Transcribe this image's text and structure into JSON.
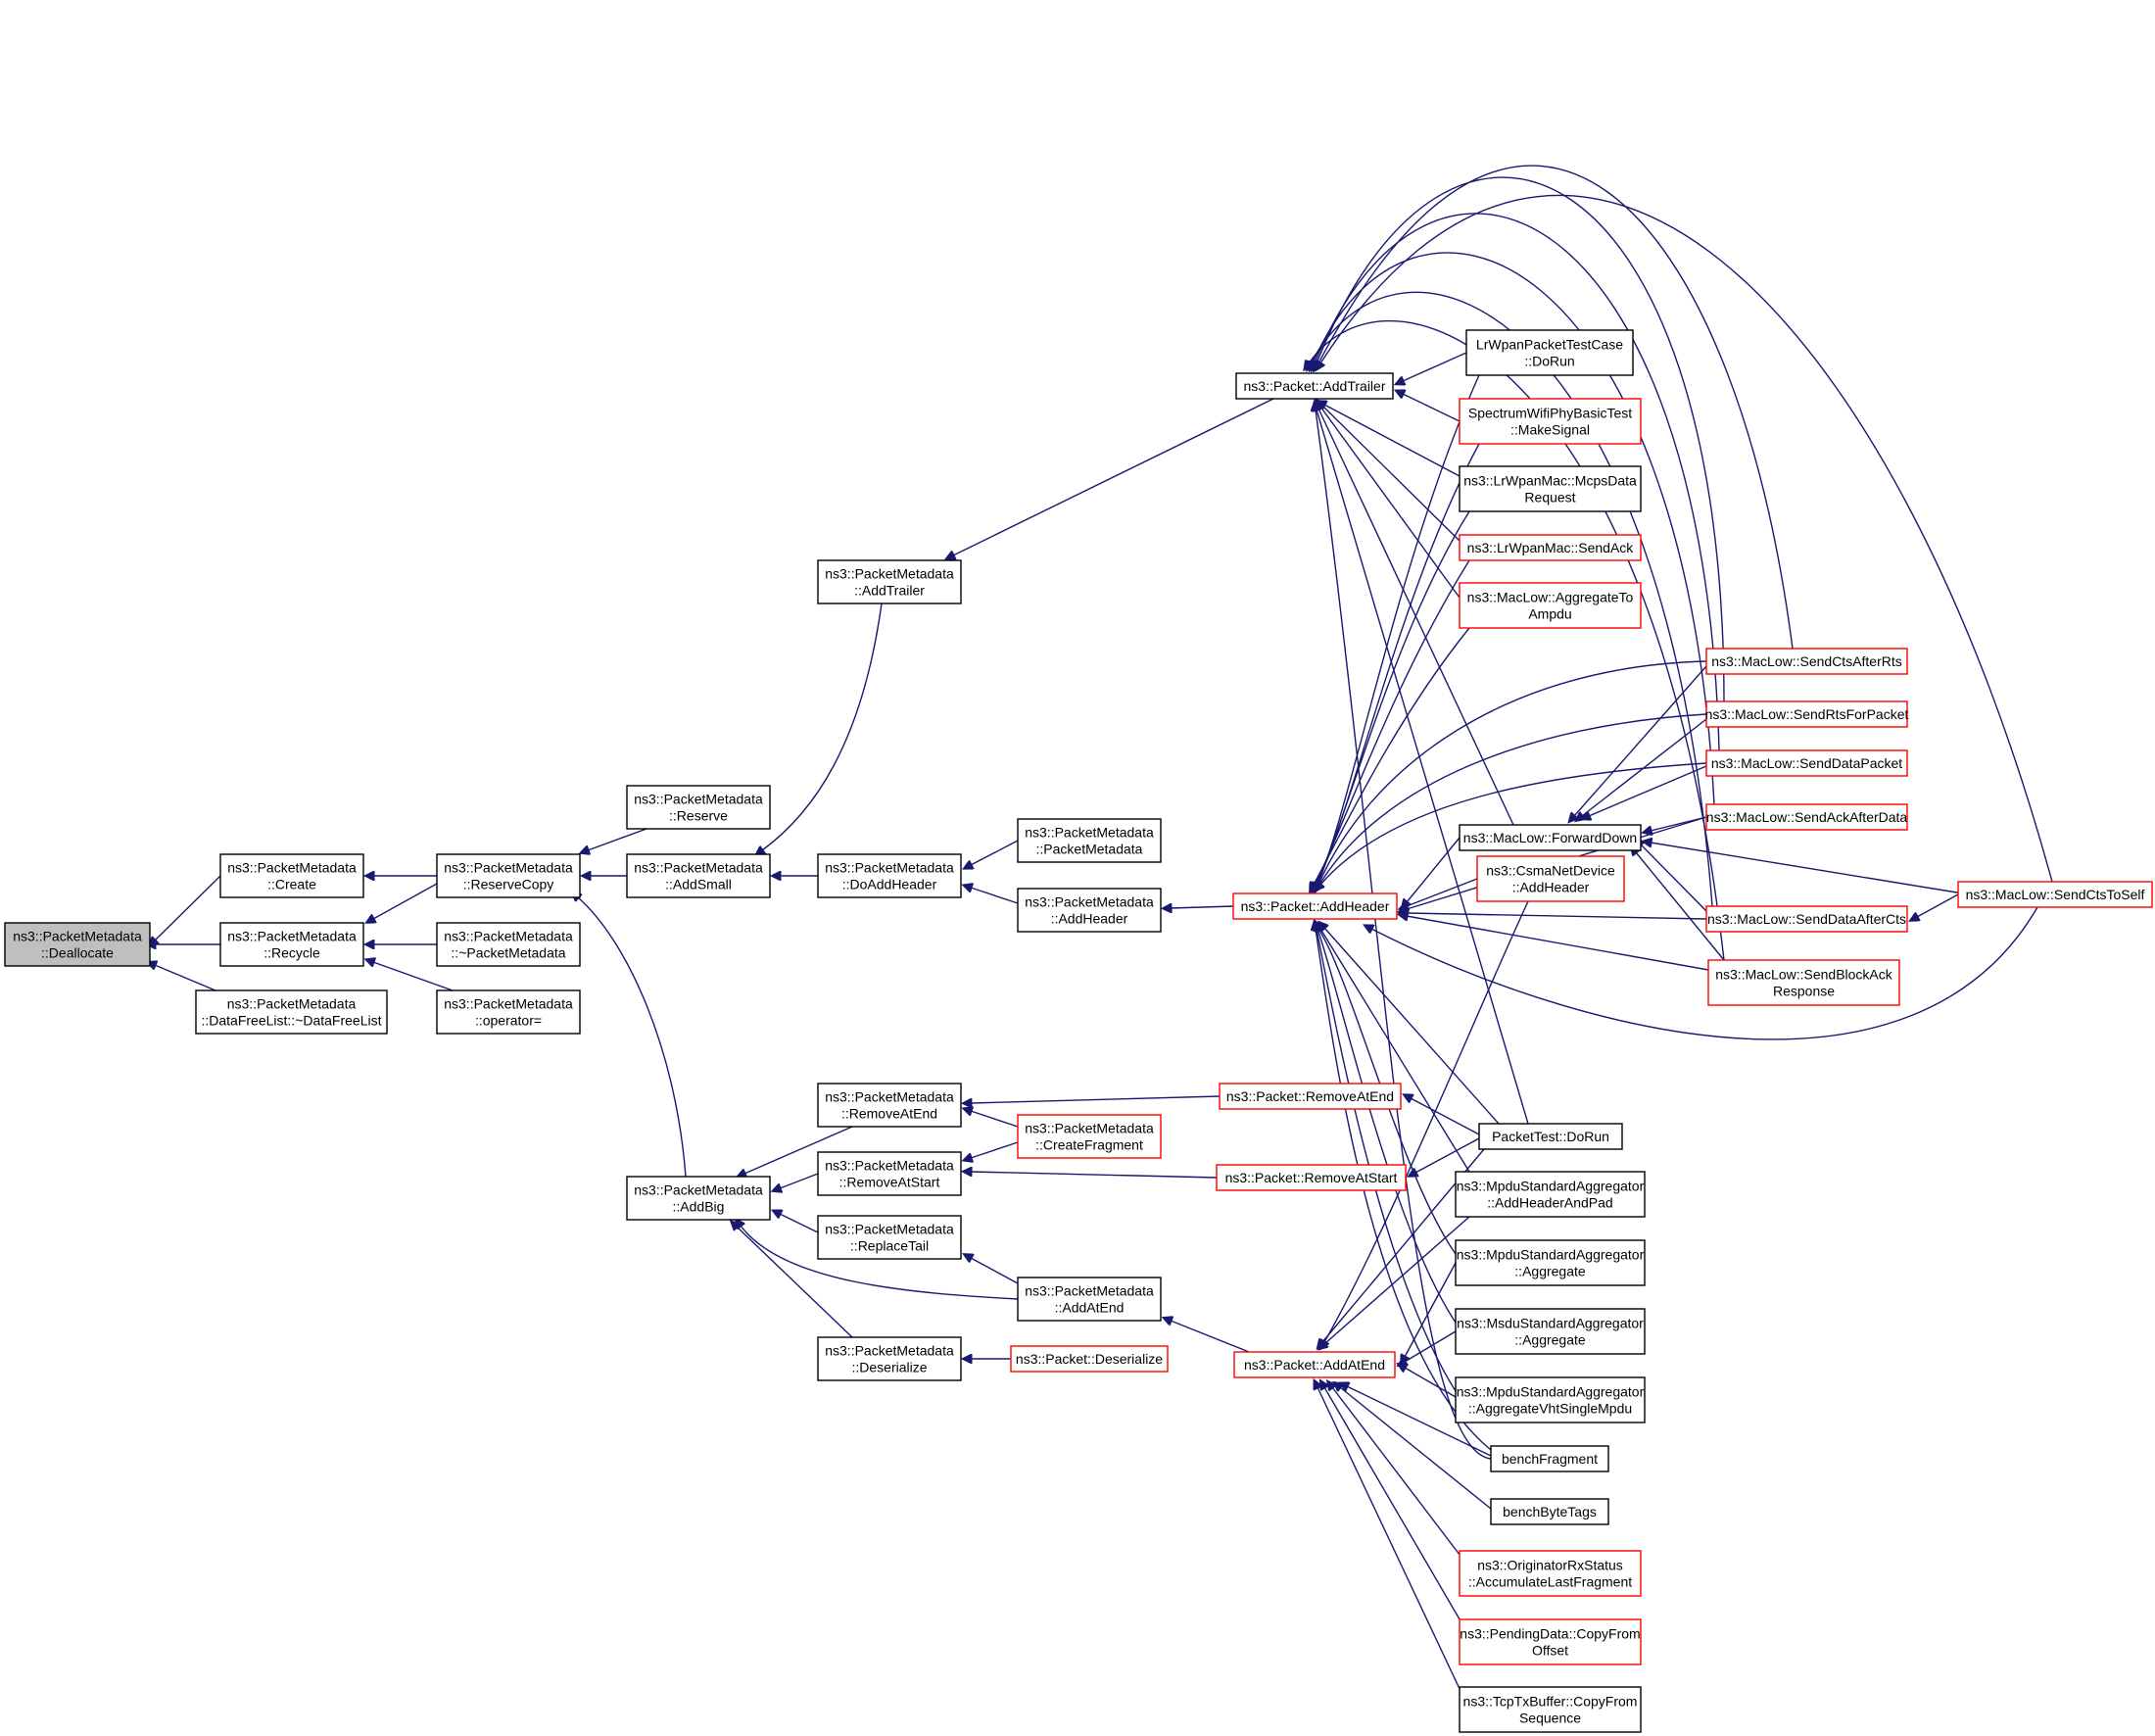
{
  "graph": {
    "colors": {
      "edge": "#191970",
      "node_border": "#000000",
      "node_border_truncated": "#ff0000",
      "root_fill": "#bfbfbf",
      "background": "#ffffff"
    },
    "nodes": [
      {
        "id": "dealloc",
        "lines": [
          "ns3::PacketMetadata",
          "::Deallocate"
        ],
        "style": "root"
      },
      {
        "id": "create",
        "lines": [
          "ns3::PacketMetadata",
          "::Create"
        ]
      },
      {
        "id": "recycle",
        "lines": [
          "ns3::PacketMetadata",
          "::Recycle"
        ]
      },
      {
        "id": "dfl",
        "lines": [
          "ns3::PacketMetadata",
          "::DataFreeList::~DataFreeList"
        ]
      },
      {
        "id": "reservecopy",
        "lines": [
          "ns3::PacketMetadata",
          "::ReserveCopy"
        ]
      },
      {
        "id": "dtor",
        "lines": [
          "ns3::PacketMetadata",
          "::~PacketMetadata"
        ]
      },
      {
        "id": "opeq",
        "lines": [
          "ns3::PacketMetadata",
          "::operator="
        ]
      },
      {
        "id": "reserve",
        "lines": [
          "ns3::PacketMetadata",
          "::Reserve"
        ]
      },
      {
        "id": "addsmall",
        "lines": [
          "ns3::PacketMetadata",
          "::AddSmall"
        ]
      },
      {
        "id": "addbig",
        "lines": [
          "ns3::PacketMetadata",
          "::AddBig"
        ]
      },
      {
        "id": "pm_addtrailer",
        "lines": [
          "ns3::PacketMetadata",
          "::AddTrailer"
        ]
      },
      {
        "id": "doaddheader",
        "lines": [
          "ns3::PacketMetadata",
          "::DoAddHeader"
        ]
      },
      {
        "id": "removeatend",
        "lines": [
          "ns3::PacketMetadata",
          "::RemoveAtEnd"
        ]
      },
      {
        "id": "removeatstart",
        "lines": [
          "ns3::PacketMetadata",
          "::RemoveAtStart"
        ]
      },
      {
        "id": "replacetail",
        "lines": [
          "ns3::PacketMetadata",
          "::ReplaceTail"
        ]
      },
      {
        "id": "deserialize",
        "lines": [
          "ns3::PacketMetadata",
          "::Deserialize"
        ]
      },
      {
        "id": "ctor",
        "lines": [
          "ns3::PacketMetadata",
          "::PacketMetadata"
        ]
      },
      {
        "id": "pm_addheader",
        "lines": [
          "ns3::PacketMetadata",
          "::AddHeader"
        ]
      },
      {
        "id": "createfrag",
        "lines": [
          "ns3::PacketMetadata",
          "::CreateFragment"
        ],
        "style": "red"
      },
      {
        "id": "pm_addatend",
        "lines": [
          "ns3::PacketMetadata",
          "::AddAtEnd"
        ]
      },
      {
        "id": "pkt_deser",
        "lines": [
          "ns3::Packet::Deserialize"
        ],
        "style": "red"
      },
      {
        "id": "pkt_addtrailer",
        "lines": [
          "ns3::Packet::AddTrailer"
        ]
      },
      {
        "id": "pkt_addheader",
        "lines": [
          "ns3::Packet::AddHeader"
        ],
        "style": "red"
      },
      {
        "id": "pkt_removeatend",
        "lines": [
          "ns3::Packet::RemoveAtEnd"
        ],
        "style": "red"
      },
      {
        "id": "pkt_removeatstart",
        "lines": [
          "ns3::Packet::RemoveAtStart"
        ],
        "style": "red"
      },
      {
        "id": "pkt_addatend",
        "lines": [
          "ns3::Packet::AddAtEnd"
        ],
        "style": "red"
      },
      {
        "id": "lrwpan_test",
        "lines": [
          "LrWpanPacketTestCase",
          "::DoRun"
        ]
      },
      {
        "id": "spectrum",
        "lines": [
          "SpectrumWifiPhyBasicTest",
          "::MakeSignal"
        ],
        "style": "red"
      },
      {
        "id": "mcps",
        "lines": [
          "ns3::LrWpanMac::McpsData",
          "Request"
        ]
      },
      {
        "id": "sendack",
        "lines": [
          "ns3::LrWpanMac::SendAck"
        ],
        "style": "red"
      },
      {
        "id": "aggampdu",
        "lines": [
          "ns3::MacLow::AggregateTo",
          "Ampdu"
        ],
        "style": "red"
      },
      {
        "id": "forwarddown",
        "lines": [
          "ns3::MacLow::ForwardDown"
        ]
      },
      {
        "id": "csma",
        "lines": [
          "ns3::CsmaNetDevice",
          "::AddHeader"
        ],
        "style": "red"
      },
      {
        "id": "packettest",
        "lines": [
          "PacketTest::DoRun"
        ]
      },
      {
        "id": "mpdu_pad",
        "lines": [
          "ns3::MpduStandardAggregator",
          "::AddHeaderAndPad"
        ]
      },
      {
        "id": "mpdu_agg",
        "lines": [
          "ns3::MpduStandardAggregator",
          "::Aggregate"
        ]
      },
      {
        "id": "msdu_agg",
        "lines": [
          "ns3::MsduStandardAggregator",
          "::Aggregate"
        ]
      },
      {
        "id": "mpdu_vht",
        "lines": [
          "ns3::MpduStandardAggregator",
          "::AggregateVhtSingleMpdu"
        ]
      },
      {
        "id": "benchfrag",
        "lines": [
          "benchFragment"
        ]
      },
      {
        "id": "benchbyte",
        "lines": [
          "benchByteTags"
        ]
      },
      {
        "id": "originator",
        "lines": [
          "ns3::OriginatorRxStatus",
          "::AccumulateLastFragment"
        ],
        "style": "red"
      },
      {
        "id": "pending",
        "lines": [
          "ns3::PendingData::CopyFrom",
          "Offset"
        ],
        "style": "red"
      },
      {
        "id": "tcptx",
        "lines": [
          "ns3::TcpTxBuffer::CopyFrom",
          "Sequence"
        ]
      },
      {
        "id": "ctsafterrts",
        "lines": [
          "ns3::MacLow::SendCtsAfterRts"
        ],
        "style": "red"
      },
      {
        "id": "rtsforpacket",
        "lines": [
          "ns3::MacLow::SendRtsForPacket"
        ],
        "style": "red"
      },
      {
        "id": "datapacket",
        "lines": [
          "ns3::MacLow::SendDataPacket"
        ],
        "style": "red"
      },
      {
        "id": "ackafterdata",
        "lines": [
          "ns3::MacLow::SendAckAfterData"
        ],
        "style": "red"
      },
      {
        "id": "dataafterccts",
        "lines": [
          "ns3::MacLow::SendDataAfterCts"
        ],
        "style": "red"
      },
      {
        "id": "blockack",
        "lines": [
          "ns3::MacLow::SendBlockAck",
          "Response"
        ],
        "style": "red"
      },
      {
        "id": "ctstoself",
        "lines": [
          "ns3::MacLow::SendCtsToSelf"
        ],
        "style": "red"
      }
    ]
  }
}
